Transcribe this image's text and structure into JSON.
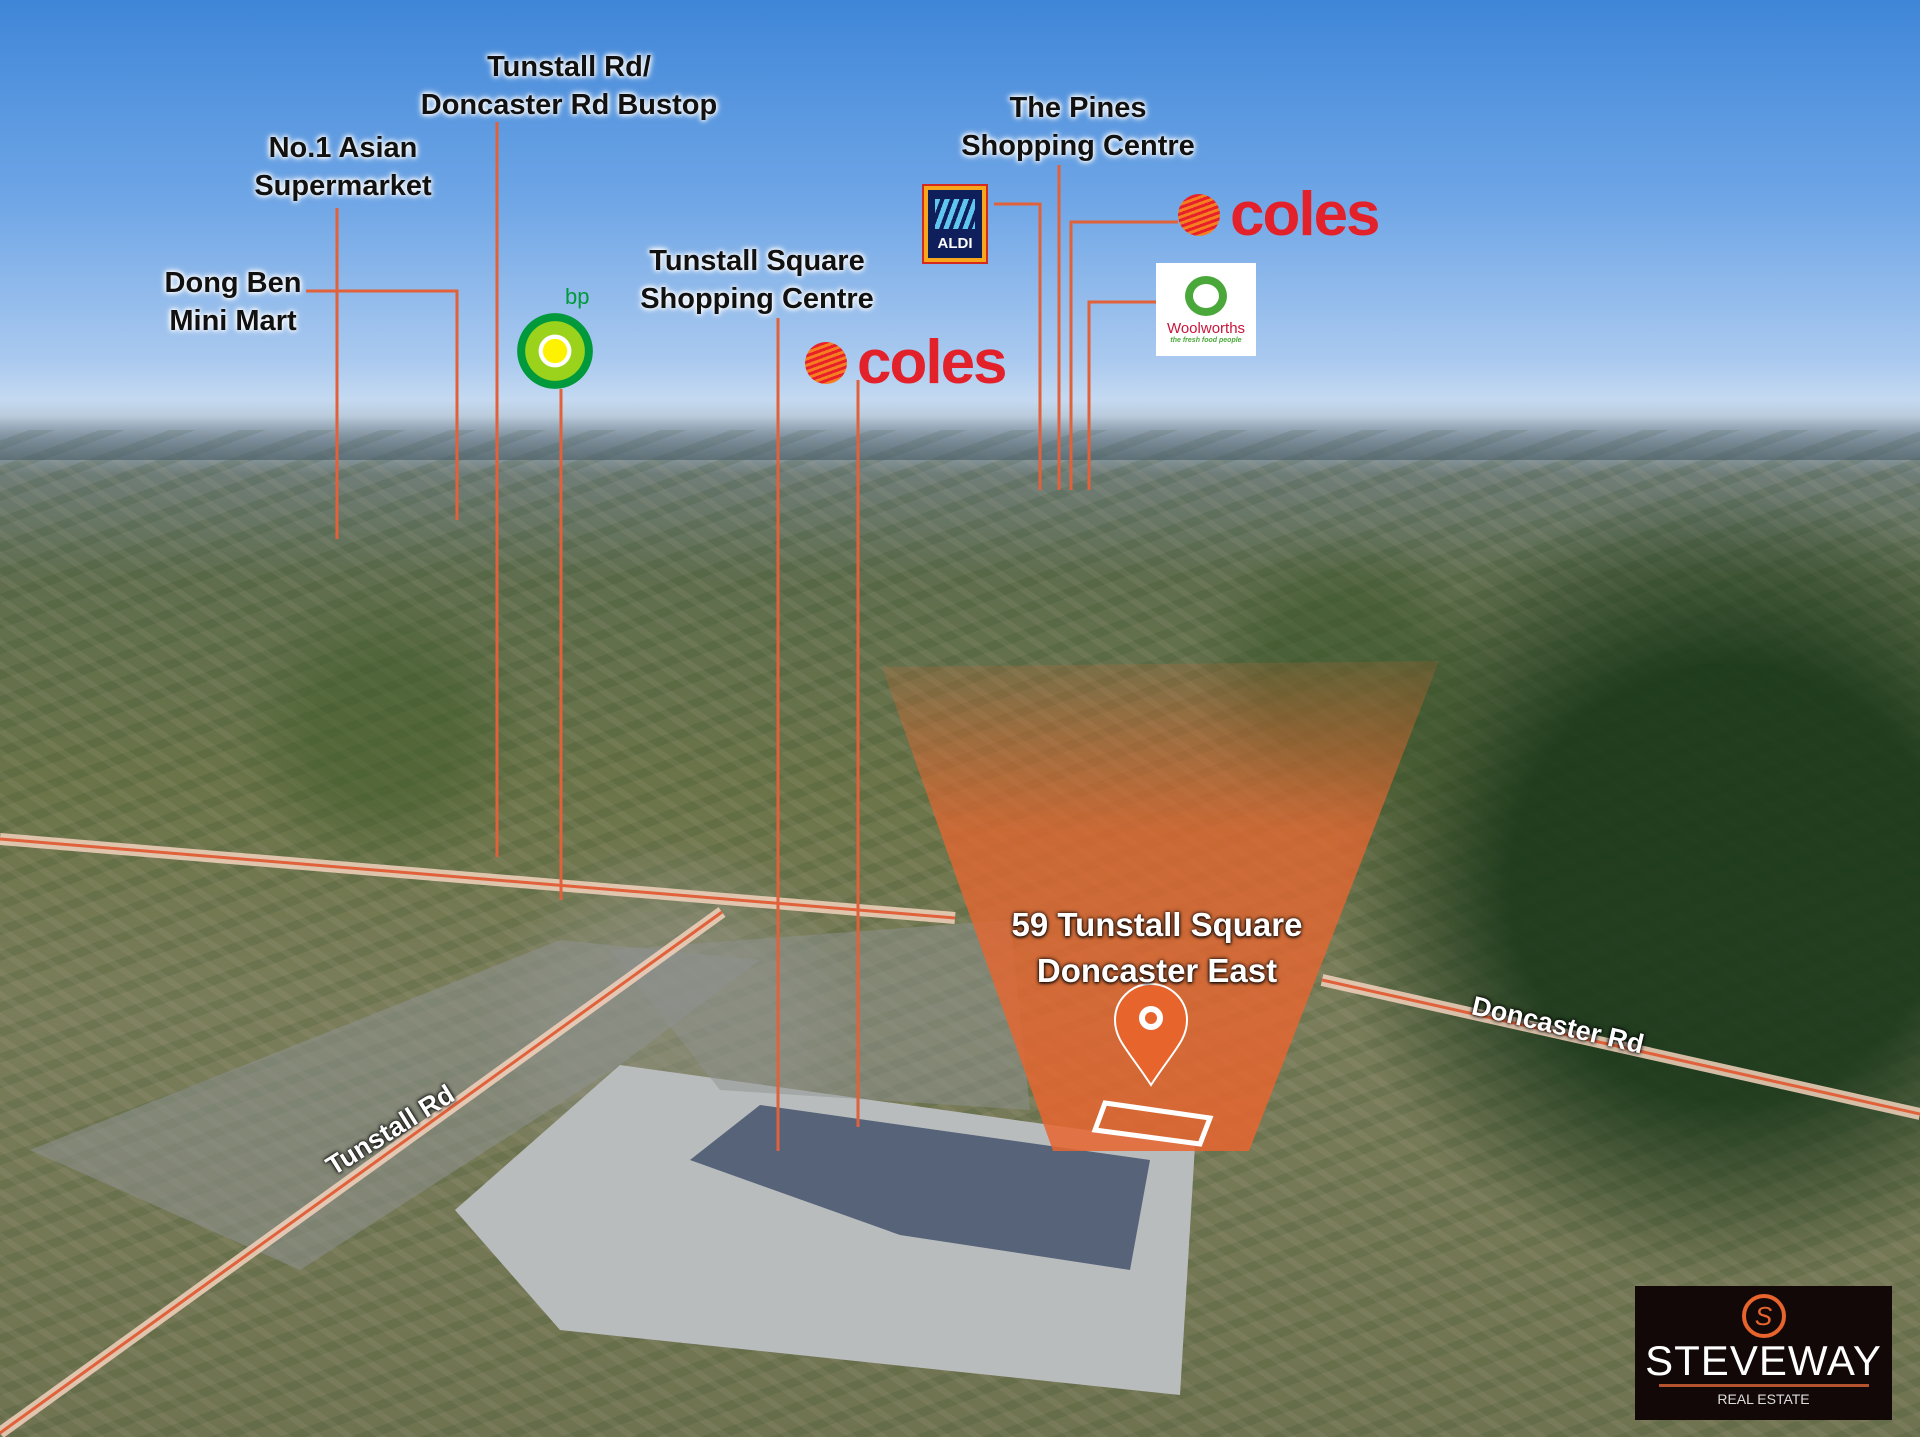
{
  "labels": {
    "bustop": [
      "Tunstall Rd/",
      "Doncaster Rd Bustop"
    ],
    "asian": [
      "No.1 Asian",
      "Supermarket"
    ],
    "dongben": [
      "Dong Ben",
      "Mini Mart"
    ],
    "tunstall_sc": [
      "Tunstall Square",
      "Shopping Centre"
    ],
    "pines": [
      "The Pines",
      "Shopping Centre"
    ]
  },
  "brands": {
    "bp": "bp",
    "coles": "coles",
    "aldi": "ALDI",
    "woolworths": "Woolworths",
    "woolworths_tagline": "the fresh food people"
  },
  "property": {
    "line1": "59 Tunstall Square",
    "line2": "Doncaster East"
  },
  "roads": {
    "tunstall": "Tunstall Rd",
    "doncaster": "Doncaster Rd"
  },
  "agency": {
    "name": "STEVEWAY",
    "sub": "REAL ESTATE",
    "mark": "S"
  },
  "colors": {
    "leader": "#e0613a",
    "cone": "#e8652f",
    "coles": "#e3212b"
  }
}
